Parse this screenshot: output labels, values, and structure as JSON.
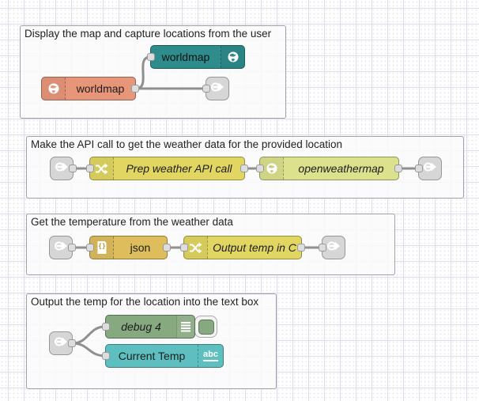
{
  "app": "Node-RED flow editor canvas",
  "colors": {
    "worldmap_in_node": "#2e8c8c",
    "worldmap_out_node": "#e7967a",
    "change_node": "#e1d661",
    "openweathermap_node": "#dce18e",
    "json_node": "#debd5c",
    "debug_node": "#87a980",
    "ui_text_node": "#5dbfbf",
    "link_node": "#d6d6d6",
    "wire": "#8f8f8f",
    "group_border": "#a0a0a8",
    "grid_line": "#dcdcec"
  },
  "groups": [
    {
      "title": "Display the map and capture locations from the user"
    },
    {
      "title": "Make the API call to get the weather data for the provided location"
    },
    {
      "title": "Get the temperature from the weather data"
    },
    {
      "title": "Output the temp for the location into the text box"
    }
  ],
  "nodes": {
    "worldmap_in": {
      "label": "worldmap"
    },
    "worldmap_out": {
      "label": "worldmap"
    },
    "prep_weather": {
      "label": "Prep weather API call"
    },
    "openweathermap": {
      "label": "openweathermap"
    },
    "json": {
      "label": "json"
    },
    "output_temp": {
      "label": "Output temp in C"
    },
    "debug": {
      "label": "debug 4"
    },
    "current_temp": {
      "label": "Current Temp",
      "icon_text": "abc"
    }
  }
}
